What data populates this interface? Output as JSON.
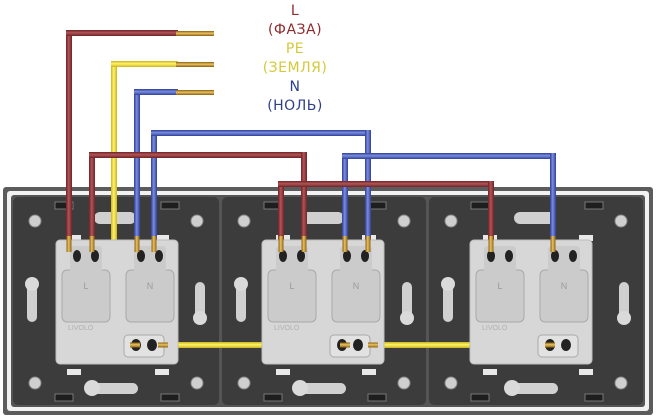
{
  "legend": {
    "phase": {
      "code": "L",
      "name": "(ФАЗА)",
      "color": "#8e2a2d"
    },
    "earth": {
      "code": "PE",
      "name": "(ЗЕМЛЯ)",
      "color": "#d4c93a"
    },
    "neutral": {
      "code": "N",
      "name": "(НОЛЬ)",
      "color": "#2e3f8a"
    }
  },
  "colors": {
    "wire_phase": "#9a3a3c",
    "wire_earth": "#f0de3c",
    "wire_neutral": "#4a5fc0",
    "copper_tip": "#c49a2c",
    "frame": "#5a5a5a",
    "plate": "#3d3d3d",
    "socket_body": "#d8d9d8",
    "terminal_block": "#c8c9c8"
  },
  "sockets": [
    {
      "id": 1,
      "terminal_left": "L",
      "terminal_right": "N",
      "brand": "LIVOLO"
    },
    {
      "id": 2,
      "terminal_left": "L",
      "terminal_right": "N",
      "brand": "LIVOLO"
    },
    {
      "id": 3,
      "terminal_left": "L",
      "terminal_right": "N",
      "brand": "LIVOLO"
    }
  ]
}
